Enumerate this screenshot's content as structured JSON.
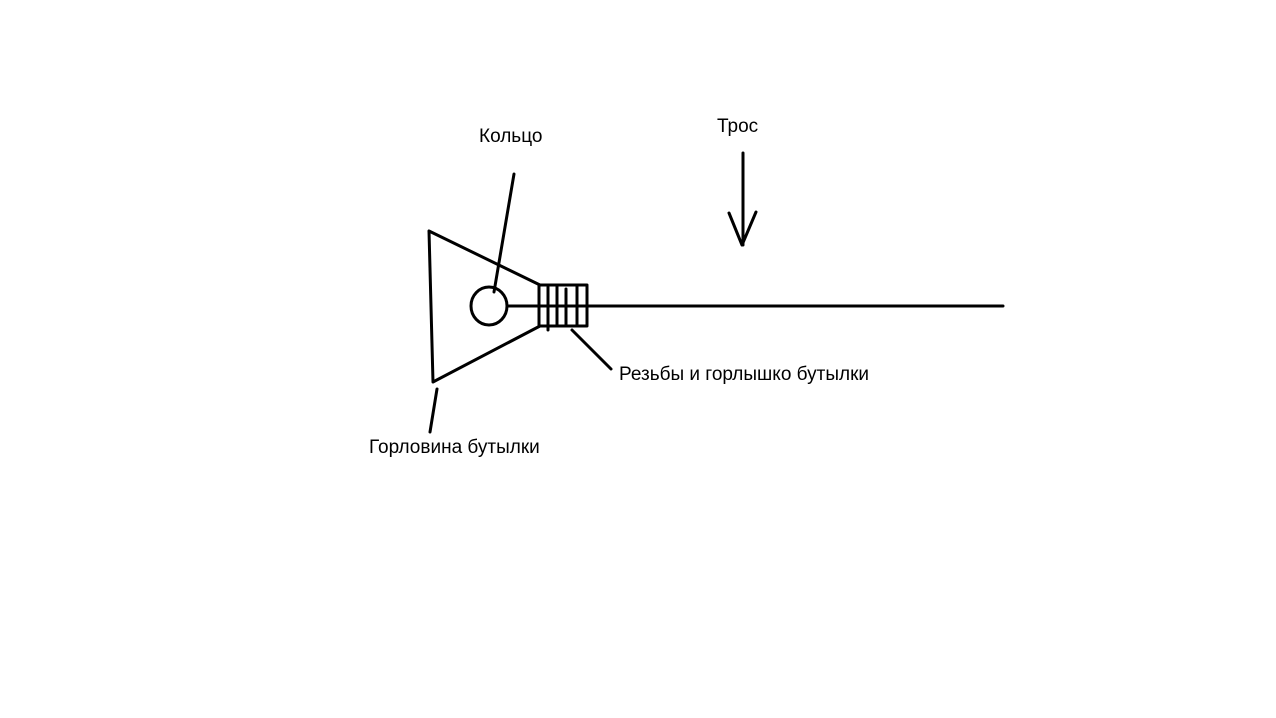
{
  "labels": {
    "ring": "Кольцо",
    "cable": "Трос",
    "threads": "Резьбы и горлышко бутылки",
    "neck": "Горловина бутылки"
  },
  "colors": {
    "stroke": "#000000",
    "background": "#ffffff"
  }
}
